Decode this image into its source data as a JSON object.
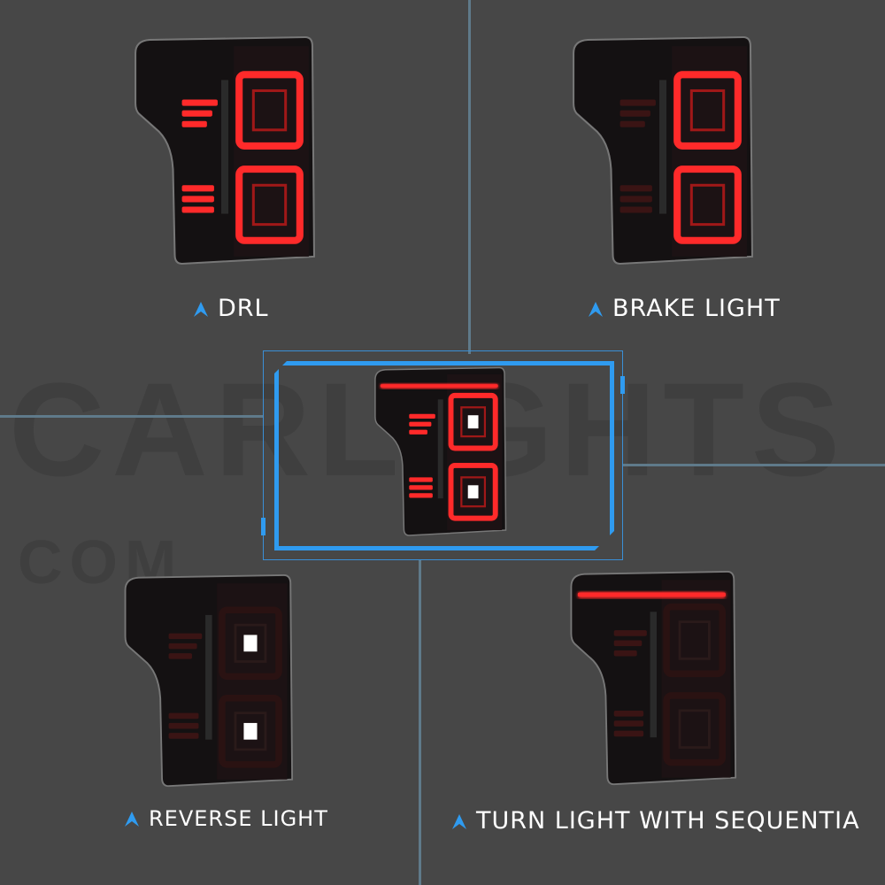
{
  "watermark": {
    "line1": "CARLIGHTS",
    "line2": "COM"
  },
  "panels": [
    {
      "label": "DRL",
      "mode": "drl"
    },
    {
      "label": "BRAKE LIGHT",
      "mode": "brake"
    },
    {
      "label": "",
      "mode": "all"
    },
    {
      "label": "REVERSE LIGHT",
      "mode": "reverse"
    },
    {
      "label": "TURN LIGHT WITH SEQUENTIA",
      "mode": "turn"
    }
  ],
  "colors": {
    "background": "#474747",
    "accent": "#2f9bf0",
    "led_red": "#ff2a2a",
    "led_white": "#ffffff"
  },
  "icons": {
    "label_marker": "chevron-up-icon"
  }
}
